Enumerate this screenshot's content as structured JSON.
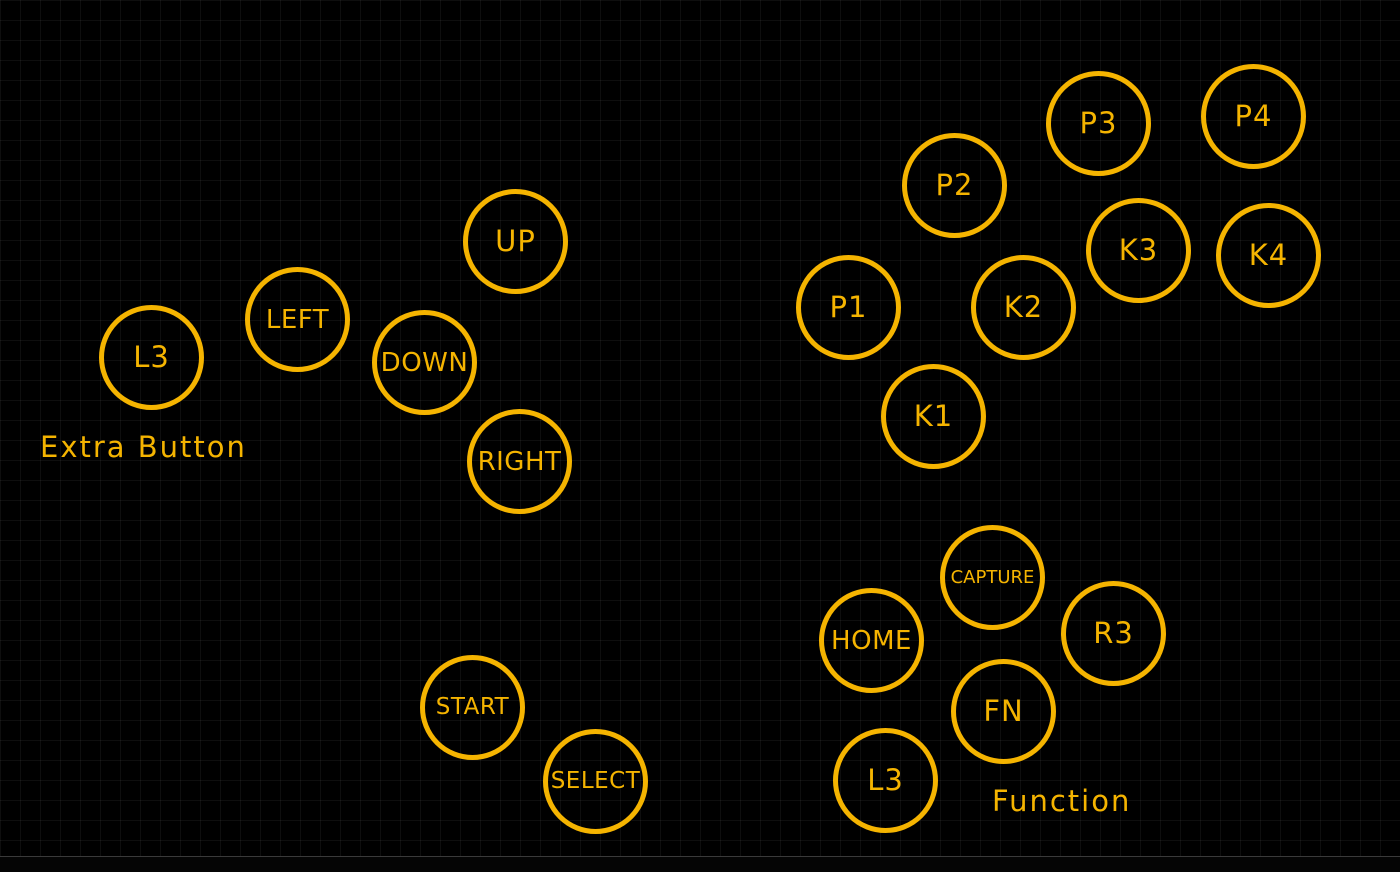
{
  "colors": {
    "background": "#000000",
    "grid": "#1a1a1a",
    "accent": "#f5b400"
  },
  "labels": {
    "extra_button": "Extra Button",
    "function": "Function"
  },
  "buttons": {
    "l3_left": "L3",
    "left": "LEFT",
    "down": "DOWN",
    "up": "UP",
    "right": "RIGHT",
    "start": "START",
    "select": "SELECT",
    "p1": "P1",
    "p2": "P2",
    "p3": "P3",
    "p4": "P4",
    "k1": "K1",
    "k2": "K2",
    "k3": "K3",
    "k4": "K4",
    "capture": "CAPTURE",
    "home": "HOME",
    "r3": "R3",
    "fn": "FN",
    "l3_right": "L3"
  }
}
